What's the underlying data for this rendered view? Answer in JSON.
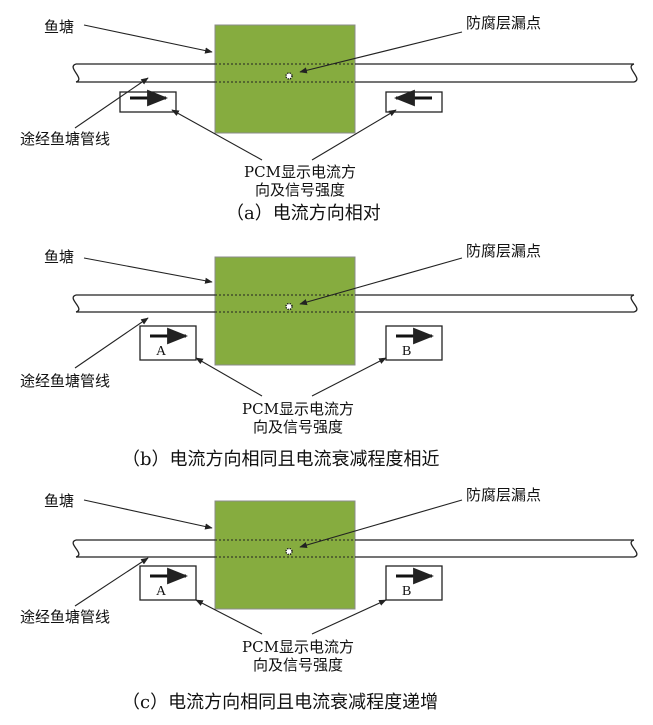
{
  "colors": {
    "pond": "#86ac3f",
    "pond_border": "#8b8b8b",
    "line": "#222222",
    "background": "#ffffff"
  },
  "panels": [
    {
      "id": "a",
      "caption": "（a）电流方向相对",
      "pond_label": "鱼塘",
      "leak_label": "防腐层漏点",
      "pipe_label": "途经鱼塘管线",
      "pcm_label_line1": "PCM显示电流方",
      "pcm_label_line2": "向及信号强度",
      "left_box": {
        "arrow": "right",
        "letter": ""
      },
      "right_box": {
        "arrow": "left",
        "letter": ""
      }
    },
    {
      "id": "b",
      "caption": "（b）电流方向相同且电流衰减程度相近",
      "pond_label": "鱼塘",
      "leak_label": "防腐层漏点",
      "pipe_label": "途经鱼塘管线",
      "pcm_label_line1": "PCM显示电流方",
      "pcm_label_line2": "向及信号强度",
      "left_box": {
        "arrow": "right",
        "letter": "A"
      },
      "right_box": {
        "arrow": "right",
        "letter": "B"
      }
    },
    {
      "id": "c",
      "caption": "（c）电流方向相同且电流衰减程度递增",
      "pond_label": "鱼塘",
      "leak_label": "防腐层漏点",
      "pipe_label": "途经鱼塘管线",
      "pcm_label_line1": "PCM显示电流方",
      "pcm_label_line2": "向及信号强度",
      "left_box": {
        "arrow": "right",
        "letter": "A"
      },
      "right_box": {
        "arrow": "right",
        "letter": "B"
      }
    }
  ]
}
